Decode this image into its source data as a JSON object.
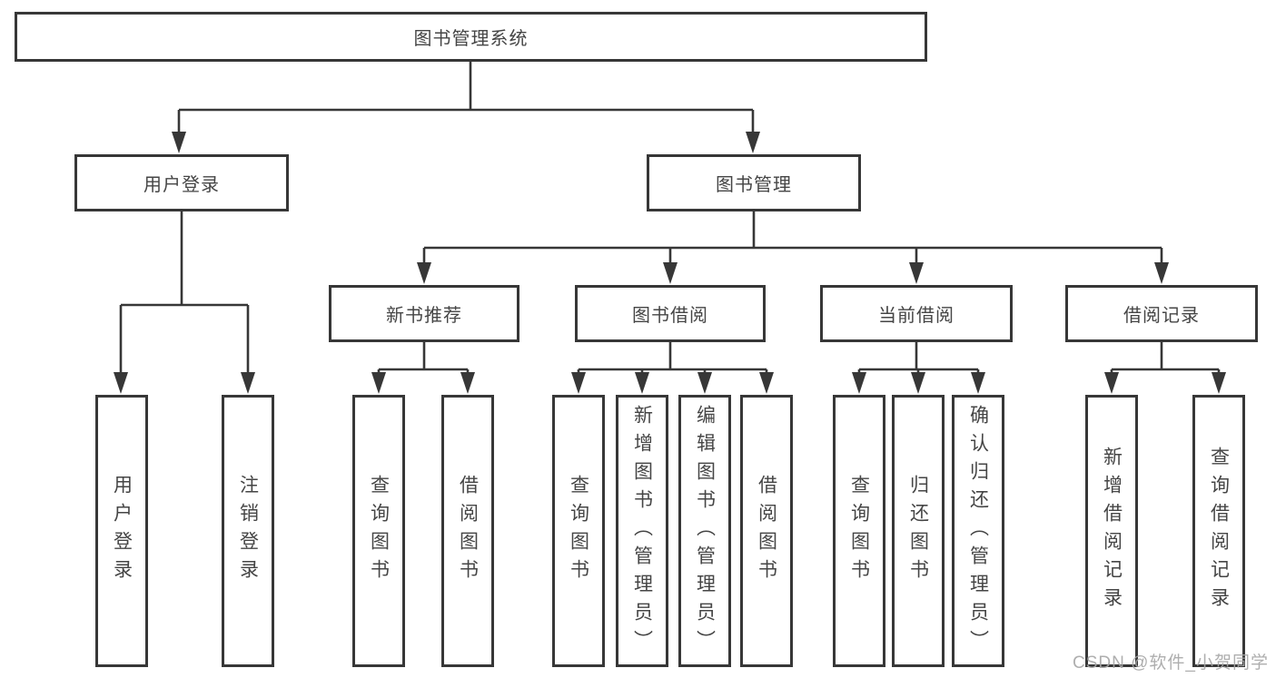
{
  "diagram": {
    "root": {
      "label": "图书管理系统"
    },
    "level2": {
      "user_login": {
        "label": "用户登录"
      },
      "book_management": {
        "label": "图书管理"
      }
    },
    "level3": {
      "new_book_recommend": {
        "label": "新书推荐"
      },
      "book_borrow": {
        "label": "图书借阅"
      },
      "current_borrow": {
        "label": "当前借阅"
      },
      "borrow_records": {
        "label": "借阅记录"
      }
    },
    "leaves": {
      "user_login": "用户登录",
      "logout_login": "注销登录",
      "recommend_query_books": "查询图书",
      "recommend_borrow_books": "借阅图书",
      "borrow_query_books": "查询图书",
      "borrow_add_books": "新增图书（管理员）",
      "borrow_edit_books": "编辑图书（管理员）",
      "borrow_borrow_books": "借阅图书",
      "current_query_books": "查询图书",
      "current_return_books": "归还图书",
      "current_confirm_return": "确认归还（管理员）",
      "records_add_record": "新增借阅记录",
      "records_query_record": "查询借阅记录"
    }
  },
  "watermark": "CSDN @软件_小贺同学",
  "colors": {
    "line": "#373737",
    "text": "#454545",
    "watermark": "#a6a6a6",
    "background": "#ffffff"
  }
}
